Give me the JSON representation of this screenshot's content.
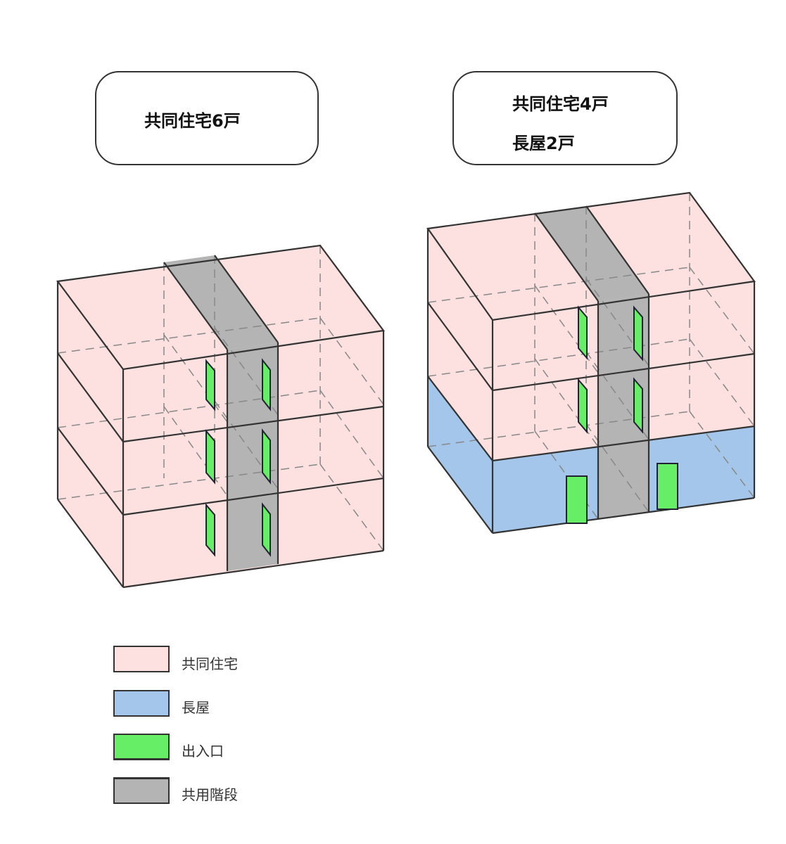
{
  "panels": {
    "left": {
      "title": "共同住宅6戸"
    },
    "right": {
      "title_line1": "共同住宅4戸",
      "title_line2": "長屋2戸"
    }
  },
  "colors": {
    "apartment": "#fde0e0",
    "row_house": "#a3c6ea",
    "entrance": "#66ee66",
    "shared_stairs": "#b4b4b4",
    "outline": "#333333"
  },
  "legend": [
    {
      "label": "共同住宅",
      "color": "#fde0e0"
    },
    {
      "label": "長屋",
      "color": "#a3c6ea"
    },
    {
      "label": "出入口",
      "color": "#66ee66"
    },
    {
      "label": "共用階段",
      "color": "#b4b4b4"
    }
  ]
}
